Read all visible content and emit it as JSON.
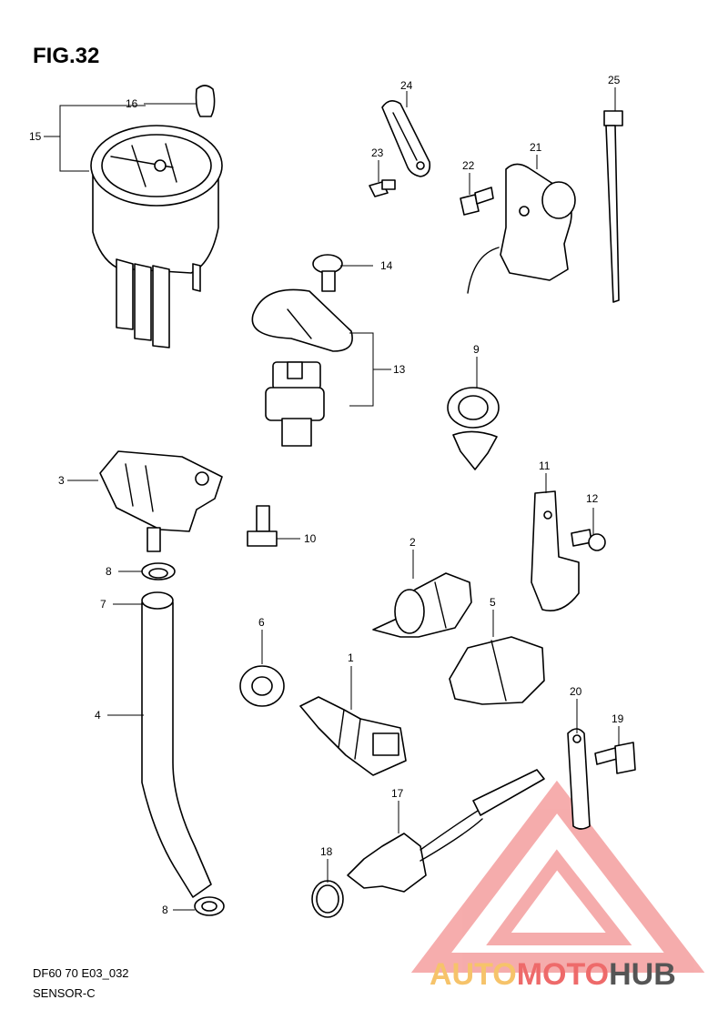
{
  "figure": {
    "title": "FIG.32",
    "code": "DF60 70 E03_032",
    "name": "SENSOR-C"
  },
  "callouts": [
    "1",
    "2",
    "3",
    "4",
    "5",
    "6",
    "7",
    "8",
    "9",
    "10",
    "11",
    "12",
    "13",
    "14",
    "15",
    "16",
    "17",
    "18",
    "19",
    "20",
    "21",
    "22",
    "23",
    "24",
    "25"
  ],
  "watermark": {
    "part1": "AUTO",
    "part2": "MOTO",
    "part3": "HUB",
    "color_light": "#f6c36a",
    "color_accent": "#ee6a6a",
    "color_dark": "#555555"
  }
}
